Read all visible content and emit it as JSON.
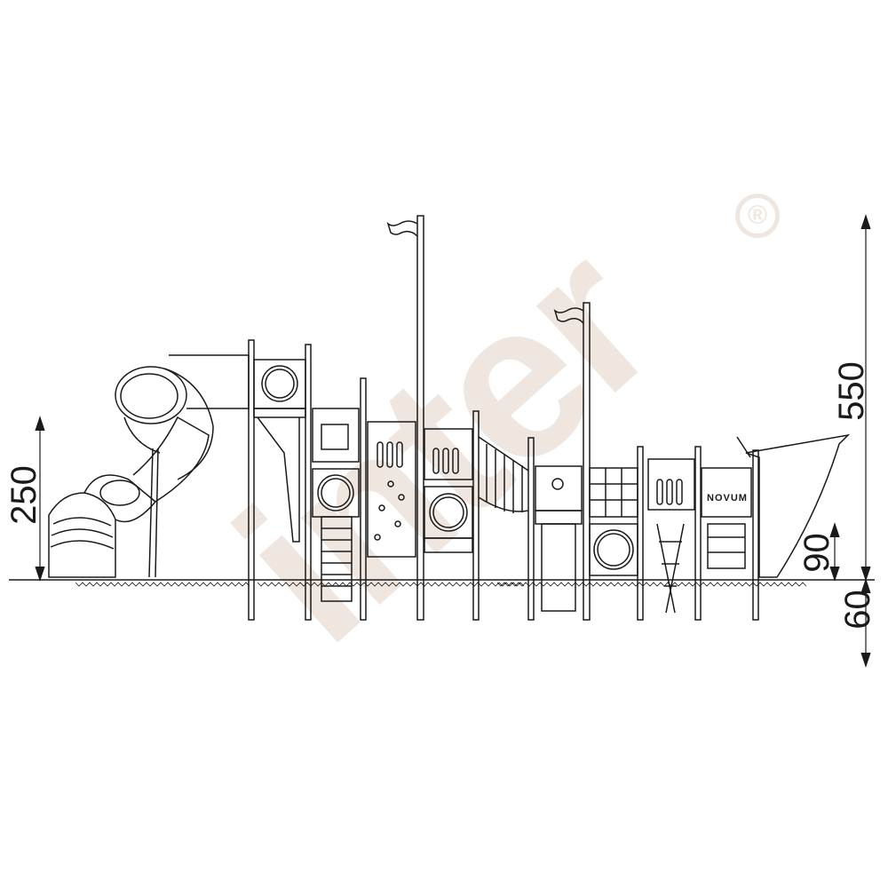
{
  "watermark": {
    "brand": "inter",
    "registered": "®"
  },
  "dimensions": {
    "left_height": "250",
    "total_height": "550",
    "platform_height": "90",
    "footing_depth": "60"
  },
  "panel_text": {
    "novum": "NOVUM"
  },
  "colors": {
    "line": "#1a1a1a",
    "watermark": "#efe6e0",
    "background": "#ffffff"
  }
}
